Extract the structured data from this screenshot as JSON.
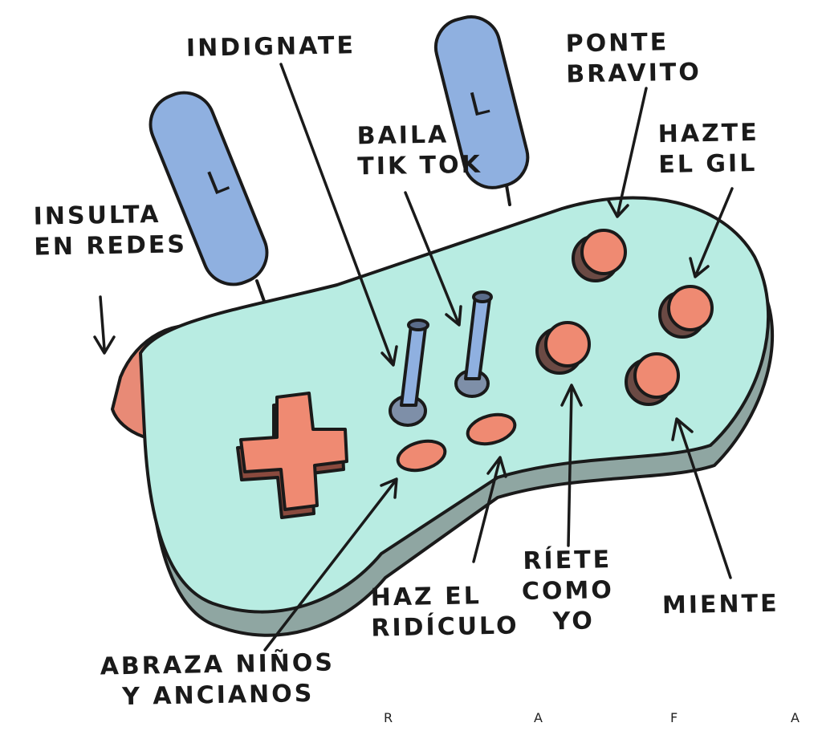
{
  "labels": {
    "indignate": "INDIGNATE",
    "baila_tiktok": [
      "BAILA",
      "TIK TOK"
    ],
    "ponte_bravito": [
      "PONTE",
      "BRAVITO"
    ],
    "hazte_el_gil": [
      "HAZTE",
      "EL GIL"
    ],
    "insulta_en_redes": [
      "INSULTA",
      "EN REDES"
    ],
    "miente": "MIENTE",
    "riete_como_yo": [
      "RÍETE",
      "COMO",
      "YO"
    ],
    "haz_el_ridiculo": [
      "HAZ EL",
      "RIDÍCULO"
    ],
    "abraza": [
      "ABRAZA NIÑOS",
      "Y ANCIANOS"
    ]
  },
  "trigger_letter": "L",
  "signature": [
    "R",
    "A",
    "F",
    "A"
  ],
  "colors": {
    "body": "#b8ece2",
    "button": "#ef8a72",
    "trigger": "#8fb0e0",
    "outline": "#1a1a1a"
  }
}
